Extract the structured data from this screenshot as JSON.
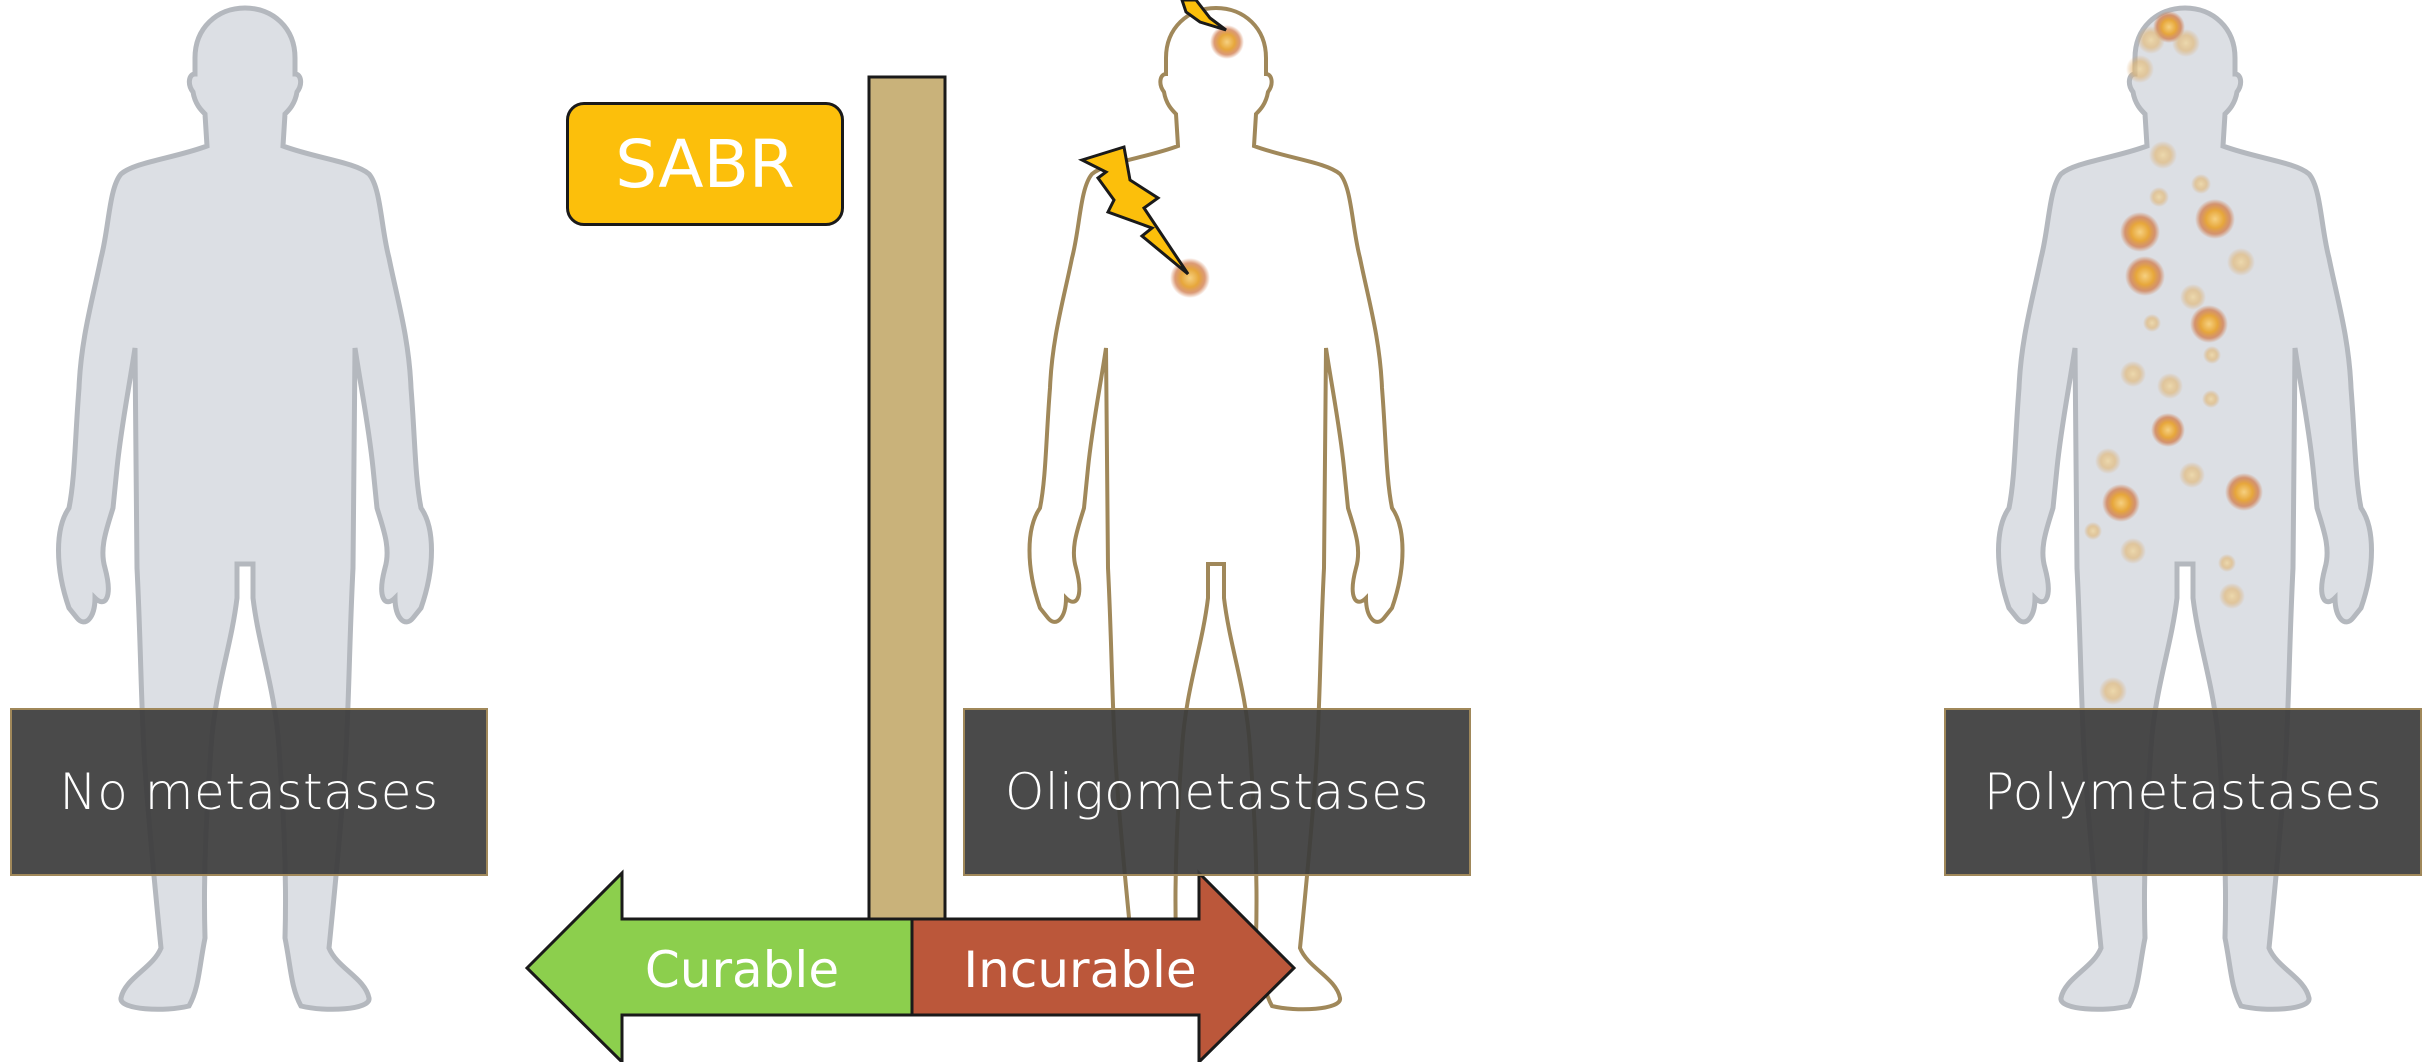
{
  "labels": {
    "no_metastases": "No metastases",
    "oligometastases": "Oligometastases",
    "polymetastases": "Polymetastases"
  },
  "badge": {
    "text": "SABR",
    "color": "#fcbf0b"
  },
  "arrows": {
    "left": {
      "text": "Curable",
      "color": "#8ccf4d"
    },
    "right": {
      "text": "Incurable",
      "color": "#bb573a"
    }
  },
  "colors": {
    "silhouette_fill": "#dcdfe4",
    "silhouette_stroke": "#b4b8be",
    "outline_stroke": "#a0885a",
    "divider": "#c9b27a",
    "label_bg": "#3c3c3c",
    "lesion": "#e8a23a"
  },
  "icons": [
    "human-silhouette-icon",
    "lightning-bolt-icon",
    "lesion-dot-icon"
  ]
}
